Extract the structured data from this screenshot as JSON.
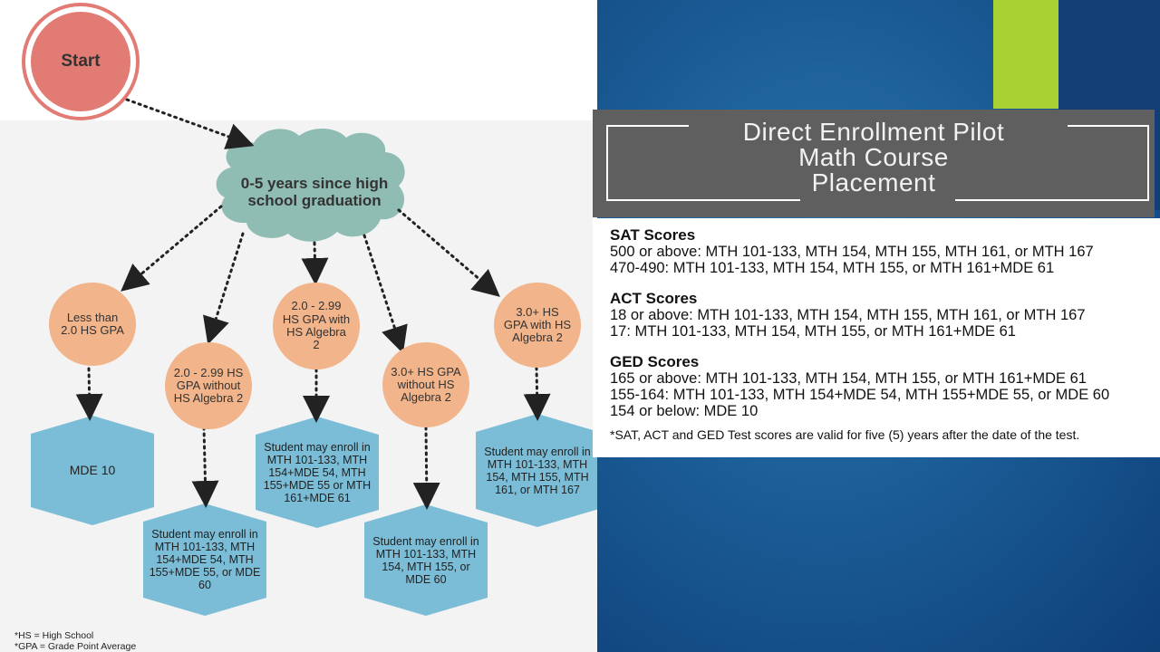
{
  "flowchart": {
    "start": "Start",
    "root": "0-5 years since high school graduation",
    "branches": [
      {
        "condition": "Less than 2.0 HS GPA",
        "outcome": "MDE 10"
      },
      {
        "condition": "2.0 - 2.99 HS GPA without HS Algebra 2",
        "outcome": "Student may enroll in MTH 101-133, MTH 154+MDE 54, MTH 155+MDE 55, or MDE 60"
      },
      {
        "condition": "2.0 - 2.99 HS GPA with HS Algebra 2",
        "outcome": "Student may enroll in MTH 101-133, MTH 154+MDE 54, MTH 155+MDE 55 or MTH 161+MDE 61"
      },
      {
        "condition": "3.0+ HS GPA without HS Algebra 2",
        "outcome": "Student may enroll in MTH 101-133, MTH 154, MTH 155, or MDE 60"
      },
      {
        "condition": "3.0+ HS GPA with HS Algebra 2",
        "outcome": "Student may enroll in MTH 101-133, MTH 154, MTH 155, MTH 161, or MTH 167"
      }
    ],
    "footnotes": [
      "*HS = High School",
      "*GPA = Grade Point Average"
    ]
  },
  "slide": {
    "title_lines": [
      "Direct Enrollment Pilot",
      "Math Course",
      "Placement"
    ],
    "sections": [
      {
        "heading": "SAT Scores",
        "lines": [
          "500 or above: MTH 101-133, MTH 154, MTH 155, MTH 161, or MTH 167",
          "470-490: MTH 101-133, MTH 154, MTH 155, or MTH 161+MDE 61"
        ]
      },
      {
        "heading": "ACT Scores",
        "lines": [
          "18 or above:  MTH 101-133, MTH 154, MTH 155, MTH 161, or MTH 167",
          "17: MTH 101-133, MTH 154, MTH 155, or MTH 161+MDE 61"
        ]
      },
      {
        "heading": "GED Scores",
        "lines": [
          "165 or above:  MTH 101-133, MTH 154, MTH 155, or MTH 161+MDE 61",
          "155-164: MTH 101-133, MTH 154+MDE 54, MTH 155+MDE 55, or MDE 60",
          "154 or below: MDE 10"
        ]
      }
    ],
    "note": "*SAT, ACT and GED Test scores are valid for five (5) years after the date of the test."
  },
  "colors": {
    "start": "#e27b73",
    "cloud": "#8fbcb3",
    "condition": "#f2b48a",
    "outcome": "#7bbcd6",
    "accent": "#a8d233",
    "panel": "#1b5c96"
  }
}
